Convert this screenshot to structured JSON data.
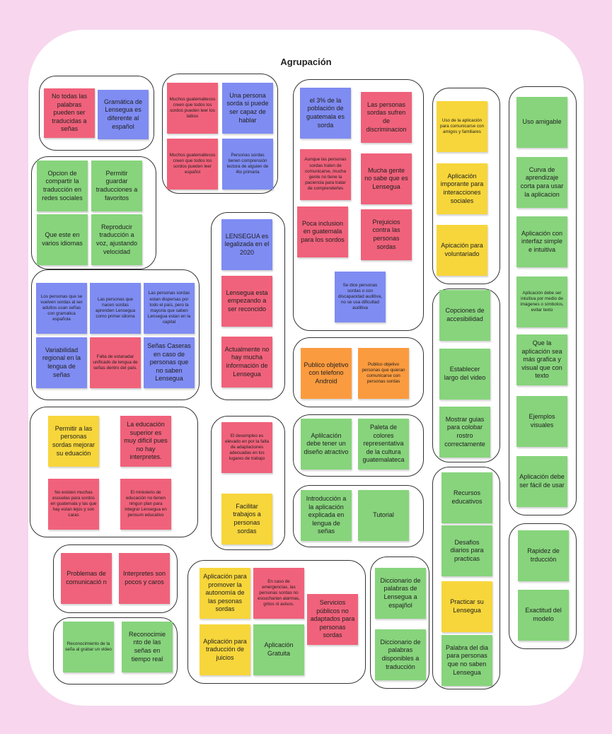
{
  "board": {
    "title": "Agrupación",
    "colors": {
      "background": "#f7d6ee",
      "red": "#f0627b",
      "blue": "#7f8cf2",
      "green": "#87d47c",
      "yellow": "#f7d63b",
      "orange": "#fb9b3f"
    }
  },
  "notes": [
    "No todas las palabras pueden ser traducidas a señas",
    "Gramática de Lensegua es diferente al español",
    "Muchos guatemaltecos creen que todos los sordos pueden leer los labios",
    "Una persona sorda si puede ser capaz de hablar",
    "Muchos guatemaltecos creen que todos los sordos pueden leer español",
    "Personas sordas tienen comprensión lectora de alguien de 4to primaria",
    "el 3% de la población de guatemala es sorda",
    "Las personas sordas sufren de discriminacion",
    "Aunque las personas sordas traten de comunicarse, mucha gente no tiene la paciencia para tratar de comprenderles",
    "Mucha gente no sabe que es Lensegua",
    "Poca inclusion en guatemala para los sordos",
    "Prejuicios contra las personas sordas",
    "Se dice personas sordas o con discapacidad auditiva, no se usa dificultad auditiva",
    "Uso de la aplicación para comunicarse con amigos y familiares",
    "Aplicación imporante para interacciones sociales",
    "Apicación para voluntariado",
    "Uso amigable",
    "Curva de aprendizaje corta para usar la aplicacion",
    "Aplicación con interfaz simple e intuitiva",
    "Aplicación debe ser intuitiva por medio de imágenes o símbolos, evitar texto",
    "Que la aplicación sea más grafica y visual que con texto",
    "Ejemplos visuales",
    "Aplicación debe ser fácil de usar",
    "Opcion de compartir la traducción en redes sociales",
    "Permitir guardar traducciones a favoritos",
    "Que este en varios idiomas",
    "Reproducir traducción a voz, ajustando velocidad",
    "LENSEGUA es legalizada en el 2020",
    "Lensegua esta empezando a ser reconcido",
    "Actualmente no hay mucha información de Lensegua",
    "Los personas que se vuelven sordas al ser adultos usan señas con gramatica española",
    "Las personas que nacen sordas aprenden Lensegua como primer idioma",
    "Las personas sordas estan dispersas por todo el país, pero la mayoria que saben Lensegua estan en la capital",
    "Variabilidad regional en la lengua de señas",
    "Falta de estanadar unificado de lengua de señas dentro del país.",
    "Señas Caseras en caso de personas que no saben Lensegua",
    "Publico objetivo con telefono Android",
    "Publico objetivo personas que quieran comunicarse con personas sordas",
    "Copciones de accesibilidad",
    "Establecer largo del video",
    "Mostrar guias para colobar rostro correctamente",
    "Permitir a las personas sordas mejorar su eduación",
    "La educación superior es muy dificil pues no hay interpretes.",
    "No existen muchas escuelas para sordos en guatemala y las que hay estan lejos y son caras",
    "El ministerio de educación no tienen ningun plan para integrar Lensegua en pensum educativo",
    "El desempleo es elevado en por la falta de adaptaciones adecuadas en los lugares de trabajo",
    "Facilitar trabajos a personas sordas",
    "Aplilcación debe tener un diseño atractivo",
    "Paleta de colores representativa de la cultura guatemalateca",
    "Introducción a la aplicación explicada en lengua de señas",
    "Tutorial",
    "Recursos educativos",
    "Desafios diarios para practicas",
    "Practicar su Lensegua",
    "Palabra del dia para personas que no saben Lensegua",
    "Rapidez de trducción",
    "Exactitud del modelo",
    "Problemas de comunicació n",
    "Interpretes son pocos y caros",
    "Reconocimiento de la seña al grabar un video",
    "Reconocimie nto de las señas en tiempo real",
    "Aplicación para promover la autonomía de las pesonas sordas",
    "En caso de emergencias, las personas sordas no escucharian alarmas, gritos ni avisos.",
    "Servicios públicos no adaptados para personas sordas",
    "Aplicación para traducción de juicios",
    "Aplicación Gratuita",
    "Diccionario de palabras de Lenseguа a espajñol",
    "Diccionario de palabras disponibles a traducción"
  ]
}
